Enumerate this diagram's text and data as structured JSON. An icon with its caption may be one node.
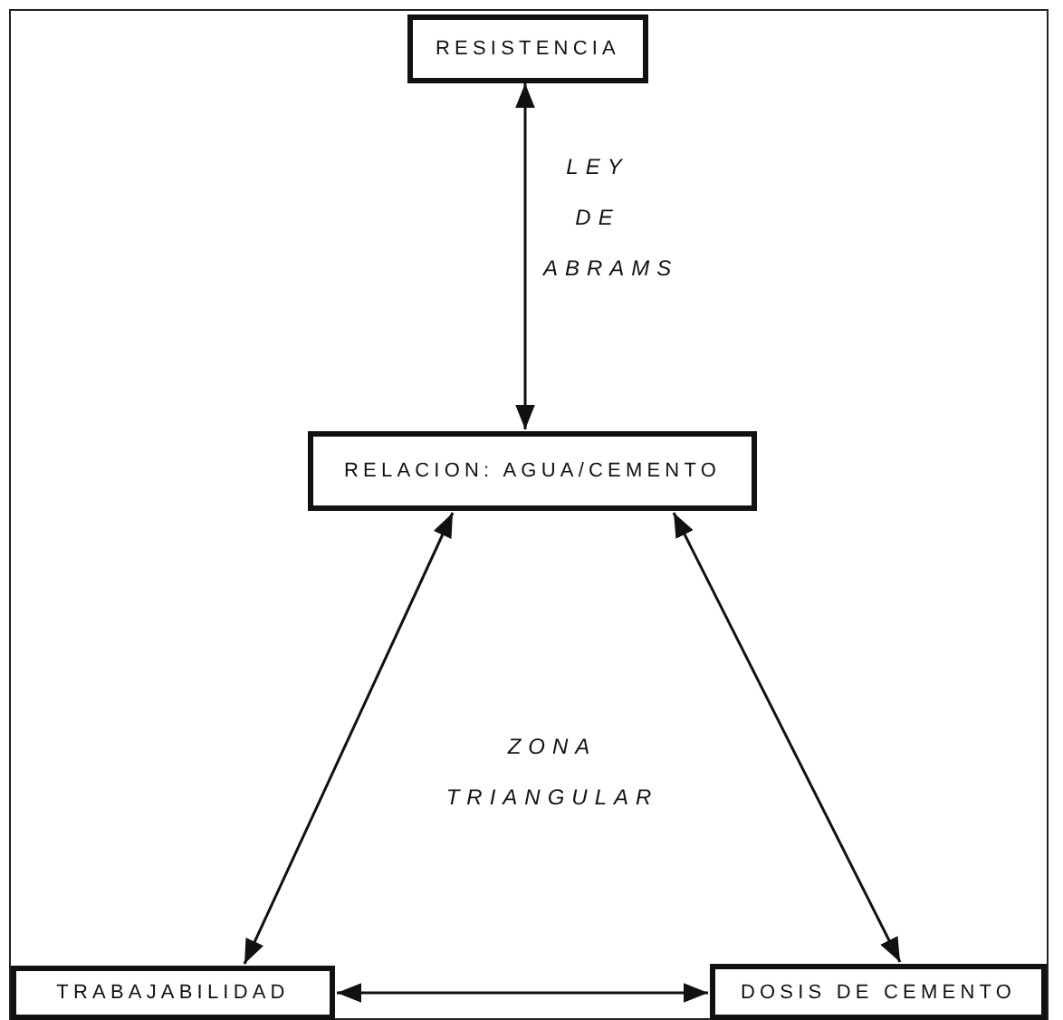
{
  "diagram": {
    "nodes": [
      {
        "text": [
          "RESISTENCIA"
        ]
      },
      {
        "text": [
          "RELACION: AGUA/CEMENTO"
        ]
      },
      {
        "text": [
          "TRABAJABILIDAD"
        ]
      },
      {
        "text": [
          "DOSIS DE CEMENTO"
        ]
      }
    ],
    "edges": [
      {
        "from": 0,
        "to": 1,
        "arrow": "both"
      },
      {
        "from": 1,
        "to": 2,
        "arrow": "both"
      },
      {
        "from": 1,
        "to": 3,
        "arrow": "both"
      },
      {
        "from": 2,
        "to": 3,
        "arrow": "both"
      }
    ],
    "labels": [
      "LEY DE ABRAMS",
      "ZONA TRIANGULAR"
    ]
  }
}
